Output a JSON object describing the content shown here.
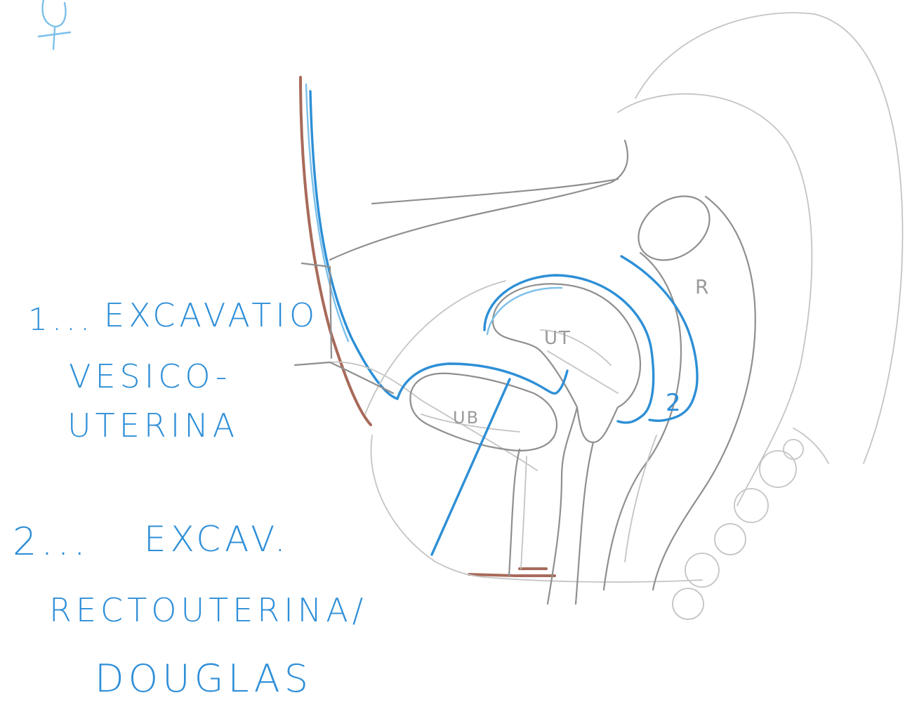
{
  "annotations": {
    "label_1_number": "1...",
    "label_1_line1": "EXCAVATIO",
    "label_1_line2": "VESICO-",
    "label_1_line3": "UTERINA",
    "label_2_number": "2...",
    "label_2_line1": "EXCAV.",
    "label_2_line2": "RECTOUTERINA/",
    "label_2_line3": "DOUGLAS"
  },
  "organ_labels": {
    "urinary_bladder": "UB",
    "uterus": "UT",
    "rectum": "R",
    "douglas_marker": "2"
  },
  "colors": {
    "pencil": "#8f8f8f",
    "peritoneum_blue": "#2d8fd6",
    "abdominal_wall_brown": "#a86a5a",
    "text_blue": "#2f8fd8"
  }
}
